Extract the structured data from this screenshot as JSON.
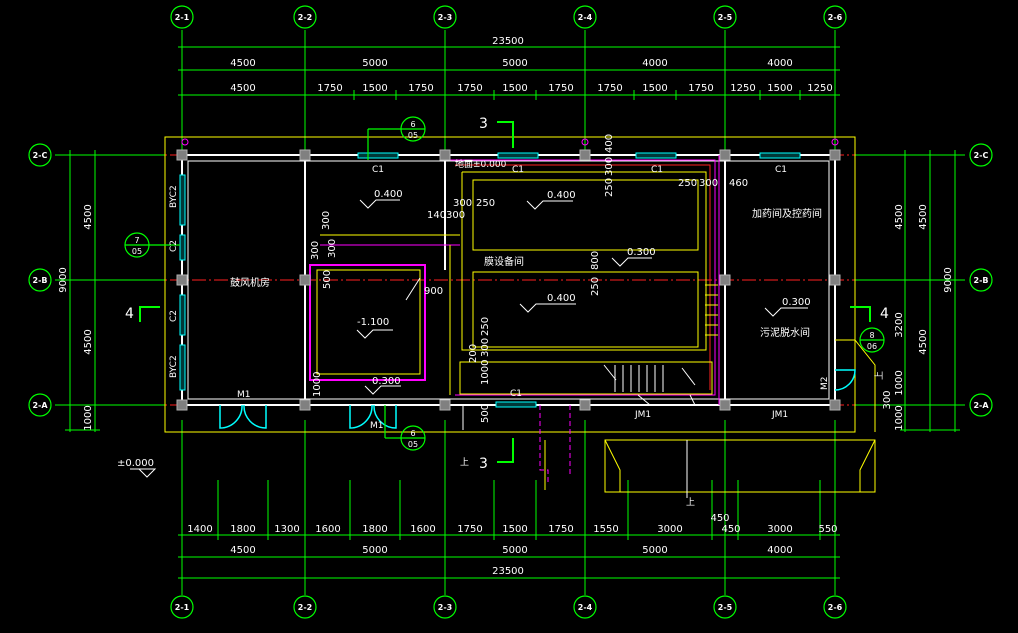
{
  "axes": {
    "vertical": [
      "2-1",
      "2-2",
      "2-3",
      "2-4",
      "2-5",
      "2-6"
    ],
    "horizontal": [
      "2-C",
      "2-B",
      "2-A"
    ]
  },
  "dims_top": {
    "total": "23500",
    "row1": [
      "4500",
      "5000",
      "5000",
      "4000"
    ],
    "row2": [
      "4500",
      "1750",
      "1500",
      "1750",
      "1750",
      "1500",
      "1750",
      "1750",
      "1500",
      "1750",
      "1250",
      "1500",
      "1250"
    ]
  },
  "dims_bottom": {
    "row1": [
      "1400",
      "1800",
      "1300",
      "1600",
      "1800",
      "1600",
      "1750",
      "1500",
      "1750",
      "1550",
      "3000",
      "450",
      "3000",
      "550"
    ],
    "row2": [
      "4500",
      "5000",
      "5000",
      "5000",
      "4000"
    ],
    "total": "23500",
    "extra": "450"
  },
  "dims_left": {
    "inner": [
      "4500",
      "4500",
      "1000"
    ],
    "total": "9000"
  },
  "dims_right": {
    "inner": [
      "4500",
      "4500",
      "1000"
    ],
    "total": "9000",
    "extra": [
      "3200",
      "1000",
      "300"
    ]
  },
  "rooms": {
    "blower": "鼓风机房",
    "membrane": "膜设备间",
    "dosing": "加药间及控药间",
    "sludge": "污泥脱水间"
  },
  "elevations": {
    "zero": "±0.000",
    "floor_label": "地面±0.000",
    "pit": "-1.100",
    "e400a": "0.400",
    "e400b": "0.400",
    "e400c": "0.400",
    "e300a": "0.300",
    "e300b": "0.300",
    "e300c": "0.300"
  },
  "openings": {
    "c1": "C1",
    "c2": "C2",
    "byc2": "BYC2",
    "m1": "M1",
    "m2": "M2",
    "jm1": "JM1"
  },
  "local_dims": [
    "300",
    "300",
    "250",
    "140",
    "300",
    "250",
    "300",
    "460",
    "400",
    "300",
    "250",
    "800",
    "250",
    "900",
    "500",
    "300",
    "250",
    "200",
    "1000",
    "300",
    "1000",
    "500",
    "300"
  ],
  "section_marks": {
    "s3": "3",
    "s4": "4"
  },
  "detail_refs": [
    {
      "num": "6",
      "sheet": "05"
    },
    {
      "num": "7",
      "sheet": "05"
    },
    {
      "num": "8",
      "sheet": "06"
    },
    {
      "num": "6",
      "sheet": "05"
    }
  ],
  "misc": {
    "up": "上"
  },
  "colors": {
    "background": "#000000",
    "grid": "#00ff00",
    "axis_line": "#ff2020",
    "wall": "#ffffff",
    "column": "#808080",
    "magenta": "#ff00ff",
    "yellow": "#ffff00",
    "cyan": "#00ffff",
    "text": "#ffffff"
  }
}
